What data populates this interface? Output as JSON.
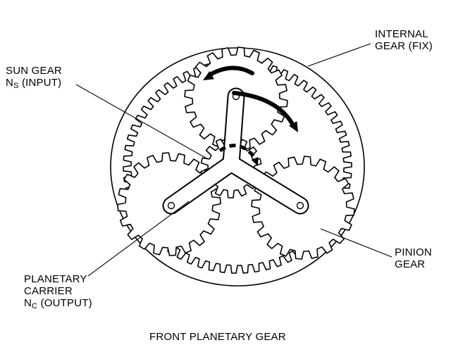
{
  "labels": {
    "sun_gear": {
      "line1": "SUN GEAR",
      "symbol": "N",
      "subscript": "S",
      "suffix": " (INPUT)"
    },
    "internal_gear": {
      "line1": "INTERNAL",
      "line2": "GEAR (FIX)"
    },
    "pinion_gear": {
      "line1": "PINION",
      "line2": "GEAR"
    },
    "planetary_carrier": {
      "line1": "PLANETARY",
      "line2": "CARRIER",
      "symbol": "N",
      "subscript": "C",
      "suffix": " (OUTPUT)"
    }
  },
  "caption": "FRONT PLANETARY GEAR",
  "colors": {
    "ink": "#000000",
    "paper": "#ffffff"
  }
}
